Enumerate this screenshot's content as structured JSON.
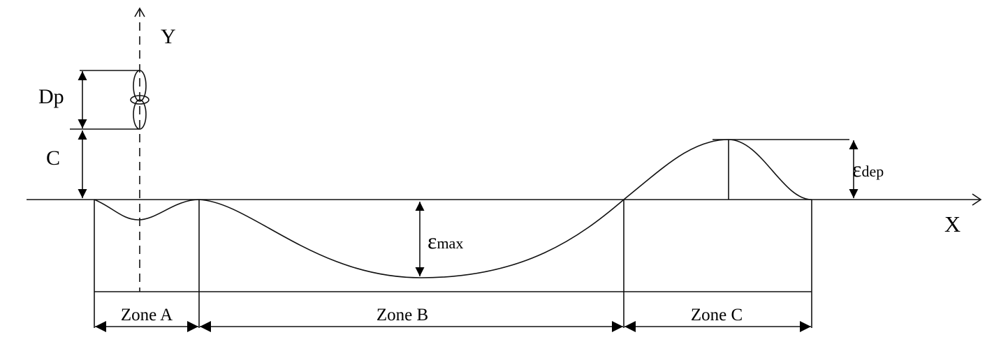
{
  "labels": {
    "y_axis": "Y",
    "x_axis": "X",
    "propeller_diameter": "Dp",
    "clearance": "C",
    "eps_max_symbol": "ε",
    "eps_max_sub": "max",
    "eps_dep_symbol": "ε",
    "eps_dep_sub": "dep",
    "zone_a": "Zone A",
    "zone_b": "Zone B",
    "zone_c": "Zone C"
  }
}
